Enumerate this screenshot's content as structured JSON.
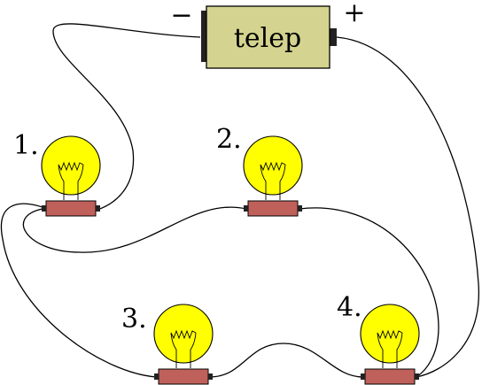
{
  "battery": {
    "label": "telep",
    "minus": "−",
    "plus": "+",
    "body_color": "#d4d490",
    "terminal_color": "#222222"
  },
  "bulbs": [
    {
      "label": "1."
    },
    {
      "label": "2."
    },
    {
      "label": "3."
    },
    {
      "label": "4."
    }
  ],
  "colors": {
    "bulb_glass": "#ffff00",
    "socket": "#c0605a",
    "wire": "#000000"
  }
}
